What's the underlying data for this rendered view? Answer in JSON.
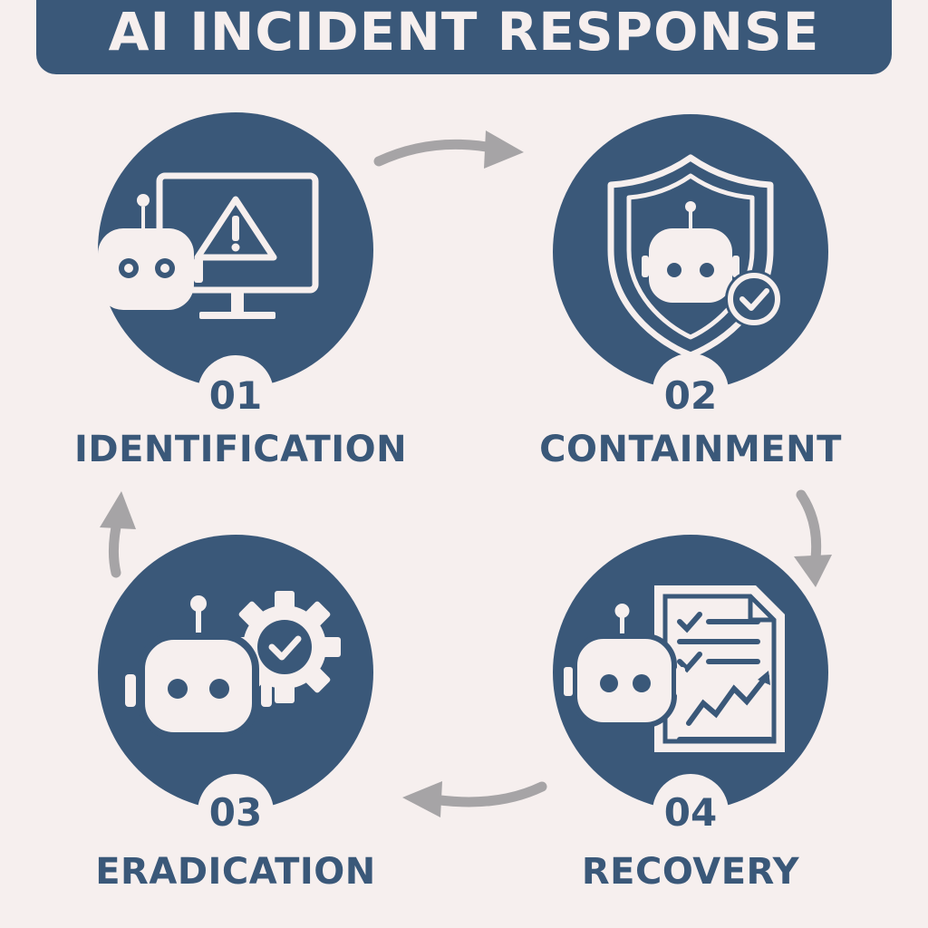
{
  "header": {
    "title": "AI INCIDENT RESPONSE"
  },
  "steps": [
    {
      "number": "01",
      "label": "IDENTIFICATION",
      "icon": "robot-monitor-warning-icon"
    },
    {
      "number": "02",
      "label": "CONTAINMENT",
      "icon": "robot-shield-check-icon"
    },
    {
      "number": "03",
      "label": "ERADICATION",
      "icon": "robot-gear-check-icon"
    },
    {
      "number": "04",
      "label": "RECOVERY",
      "icon": "robot-report-chart-icon"
    }
  ],
  "colors": {
    "primary": "#3a5879",
    "background": "#f6efee",
    "arrow": "#a6a4a6"
  }
}
